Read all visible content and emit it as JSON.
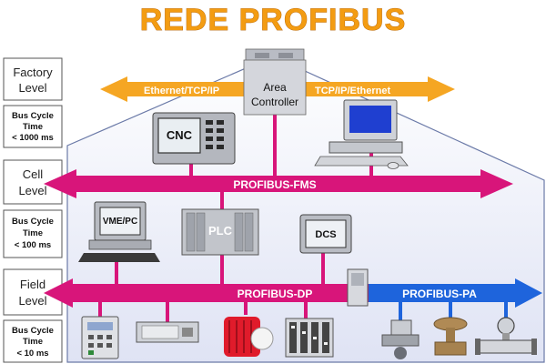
{
  "title": "REDE PROFIBUS",
  "levels": [
    {
      "name_line1": "Factory",
      "name_line2": "Level",
      "cycle_line1": "Bus Cycle",
      "cycle_line2": "Time",
      "cycle_line3": "< 1000 ms"
    },
    {
      "name_line1": "Cell",
      "name_line2": "Level",
      "cycle_line1": "Bus Cycle",
      "cycle_line2": "Time",
      "cycle_line3": "< 100 ms"
    },
    {
      "name_line1": "Field",
      "name_line2": "Level",
      "cycle_line1": "Bus Cycle",
      "cycle_line2": "Time",
      "cycle_line3": "< 10 ms"
    }
  ],
  "networks": {
    "ethernet_left": "Ethernet/TCP/IP",
    "ethernet_right": "TCP/IP/Ethernet",
    "fms": "PROFIBUS-FMS",
    "dp": "PROFIBUS-DP",
    "pa": "PROFIBUS-PA"
  },
  "devices": {
    "area_controller_line1": "Area",
    "area_controller_line2": "Controller",
    "cnc": "CNC",
    "vme_pc": "VME/PC",
    "plc": "PLC",
    "dcs": "DCS"
  },
  "colors": {
    "title": "#f39c12",
    "ethernet": "#f5a623",
    "fms_dp": "#d8157a",
    "pa": "#1e64dc"
  }
}
